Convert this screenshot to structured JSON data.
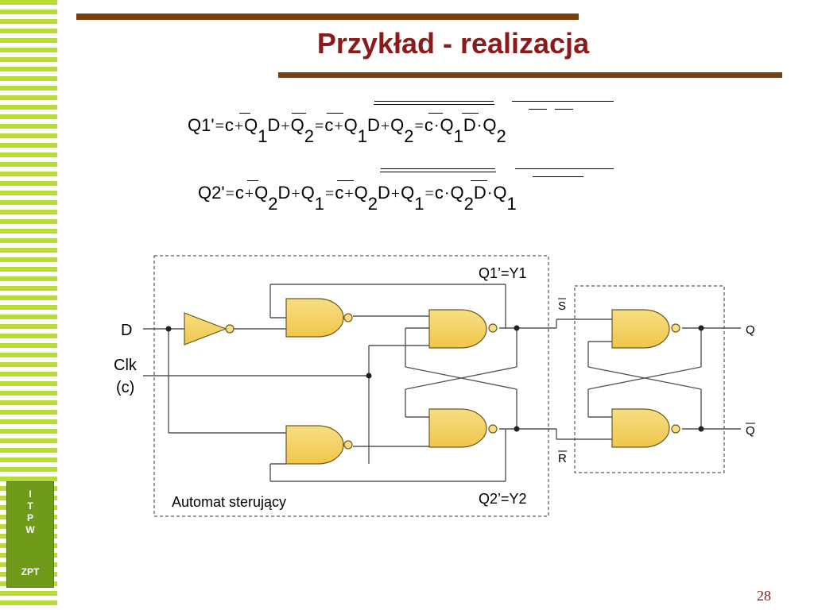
{
  "slide": {
    "title": "Przykład - realizacja",
    "page_number": "28",
    "logo_letters": [
      "I",
      "T",
      "P",
      "W"
    ],
    "logo_subtitle": "ZPT",
    "accent_color": "#8b1a1a",
    "bar_color": "#7a3f0b",
    "stripe_color": "#b7dd34",
    "logo_color": "#6f9a1a"
  },
  "equations": {
    "eq1": {
      "lhs": "Q1'",
      "t1": [
        "c",
        "Q",
        "1",
        "D",
        "Q",
        "2"
      ],
      "t2": [
        "c",
        "Q",
        "1",
        "D",
        "Q",
        "2"
      ],
      "t3": [
        "c",
        "Q",
        "1",
        "D",
        "Q",
        "2"
      ]
    },
    "eq2": {
      "lhs": "Q2'",
      "t1": [
        "c",
        "Q",
        "2",
        "D",
        "Q",
        "1"
      ],
      "t2": [
        "c",
        "Q",
        "2",
        "D",
        "Q",
        "1"
      ],
      "t3": [
        "c",
        "Q",
        "2",
        "D",
        "Q",
        "1"
      ]
    },
    "ops": {
      "eq": "=",
      "plus": "+",
      "dot": "·"
    }
  },
  "circuit": {
    "input_d": "D",
    "input_clk": "Clk",
    "input_c": "(c)",
    "label_y1": "Q1’=Y1",
    "label_y2": "Q2’=Y2",
    "label_s": "S",
    "label_r": "R",
    "label_q": "Q",
    "label_qbar": "Q",
    "block_label": "Automat sterujący",
    "gate_fill": "#f5d36a",
    "gate_stroke": "#7a6a30"
  }
}
